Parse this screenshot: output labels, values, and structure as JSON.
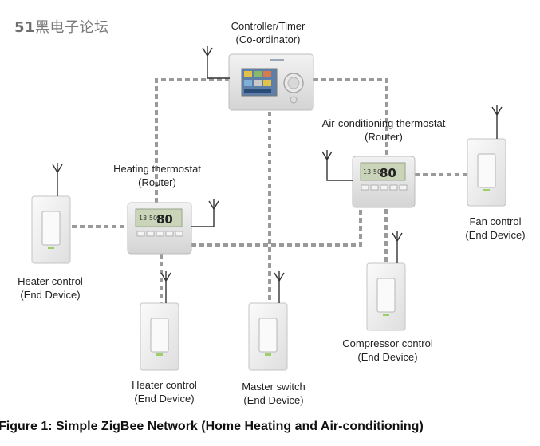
{
  "watermark": {
    "prefix": "51",
    "text": "黑电子论坛"
  },
  "nodes": {
    "controller": {
      "line1": "Controller/Timer",
      "line2": "(Co-ordinator)"
    },
    "heating_thermostat": {
      "line1": "Heating thermostat",
      "line2": "(Router)",
      "display": "80"
    },
    "ac_thermostat": {
      "line1": "Air-conditioning thermostat",
      "line2": "(Router)",
      "display": "80"
    },
    "heater_control_left": {
      "line1": "Heater control",
      "line2": "(End Device)"
    },
    "heater_control_bottom": {
      "line1": "Heater control",
      "line2": "(End Device)"
    },
    "master_switch": {
      "line1": "Master switch",
      "line2": "(End Device)"
    },
    "compressor_control": {
      "line1": "Compressor control",
      "line2": "(End Device)"
    },
    "fan_control": {
      "line1": "Fan control",
      "line2": "(End Device)"
    }
  },
  "caption": "Figure 1: Simple ZigBee Network (Home Heating and Air-conditioning)",
  "colors": {
    "link": "#9a9a9a",
    "device_body": "#e6e6e6",
    "device_edge": "#b8b8b8",
    "screen": "#c9d4b8"
  }
}
